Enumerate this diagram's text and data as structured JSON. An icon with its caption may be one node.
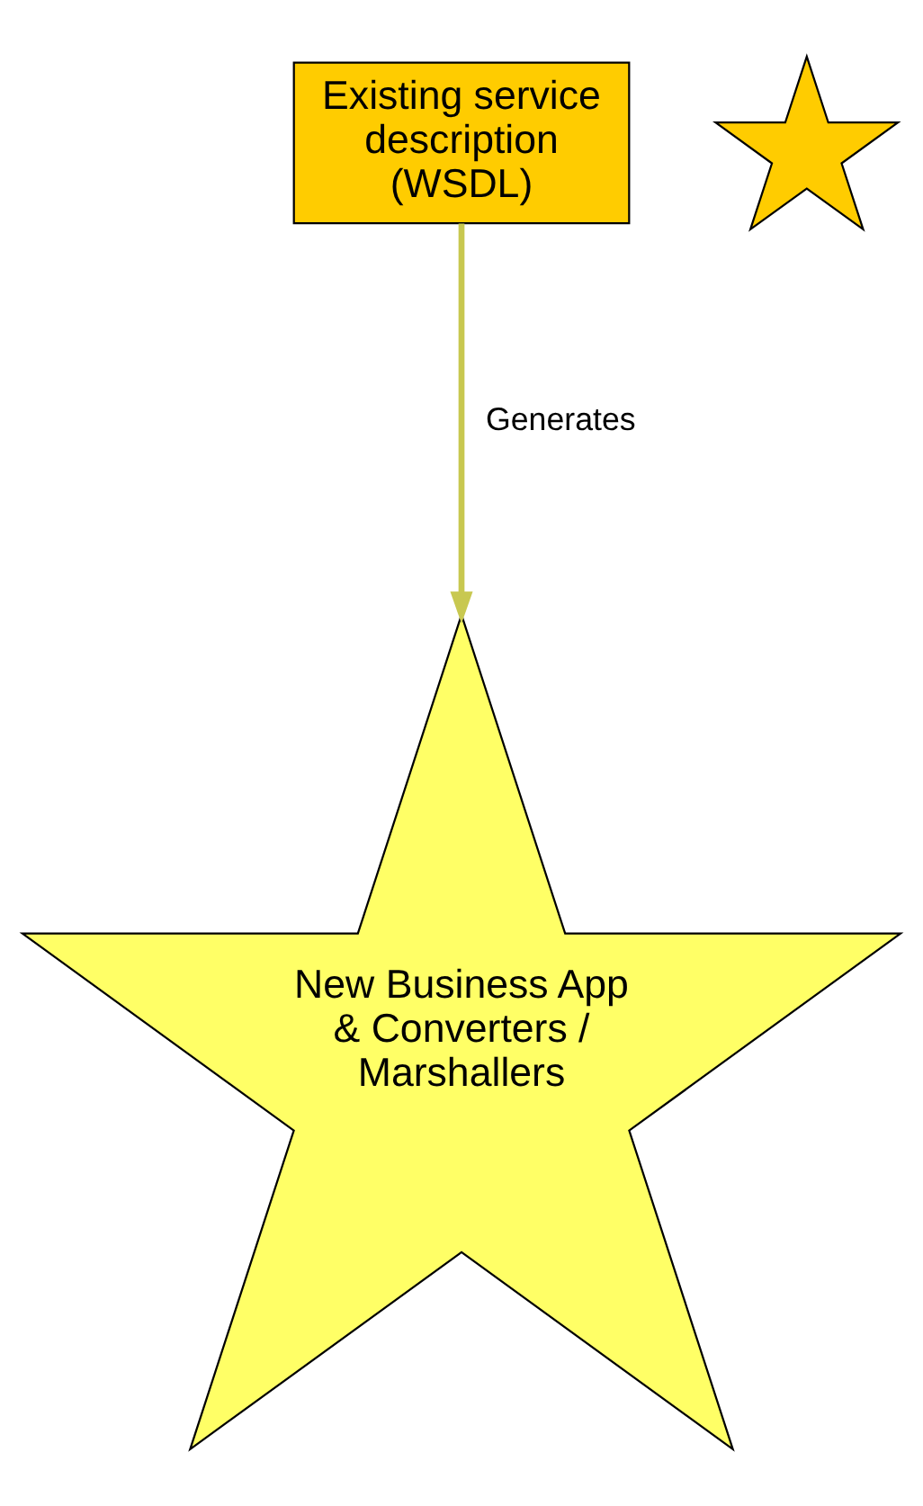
{
  "diagram": {
    "nodes": [
      {
        "text": [
          "Existing service description (WSDL)"
        ]
      },
      {
        "text": [
          "New Business App & Converters / Marshallers"
        ]
      },
      {
        "text": [],
        "shape": "star"
      }
    ],
    "edges": [
      {
        "from": 0,
        "to": 1,
        "arrow": "to",
        "label": "Generates"
      }
    ]
  }
}
